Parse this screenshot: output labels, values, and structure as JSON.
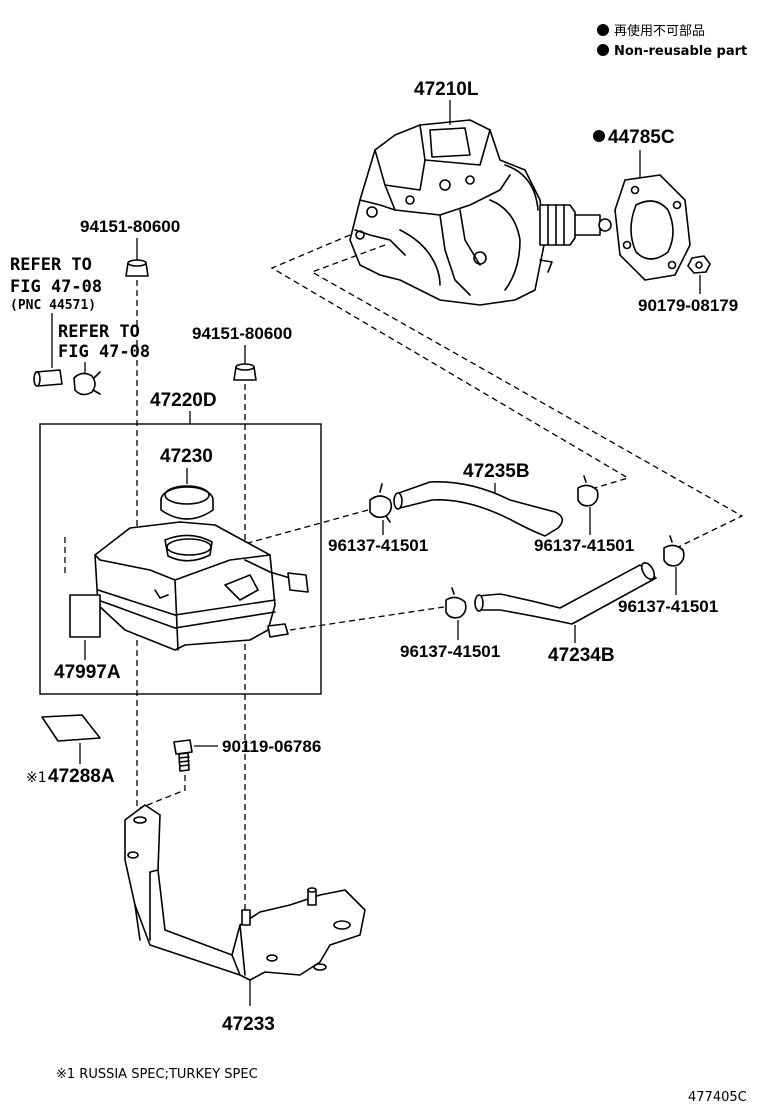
{
  "legend": {
    "line1": "再使用不可部品",
    "line2": "Non-reusable part"
  },
  "labels": {
    "booster": "47210L",
    "gasket": "44785C",
    "nut_booster": "90179-08179",
    "grommet_left": "94151-80600",
    "grommet_right": "94151-80600",
    "refer_a_1": "REFER TO",
    "refer_a_2": "FIG 47-08",
    "refer_a_3": "(PNC 44571)",
    "refer_b_1": "REFER TO",
    "refer_b_2": "FIG 47-08",
    "reservoir_assy": "47220D",
    "cap": "47230",
    "label_plate": "47997A",
    "caution_plate": "47288A",
    "caution_mark": "※1",
    "hose_upper": "47235B",
    "hose_lower": "47234B",
    "clip_1": "96137-41501",
    "clip_2": "96137-41501",
    "clip_3": "96137-41501",
    "clip_4": "96137-41501",
    "bolt": "90119-06786",
    "bracket": "47233",
    "footnote": "※1 RUSSIA SPEC;TURKEY SPEC",
    "diagram_code": "477405C"
  },
  "symbols": {
    "bullet": "non-reusable-bullet-icon",
    "color": "#000000"
  }
}
